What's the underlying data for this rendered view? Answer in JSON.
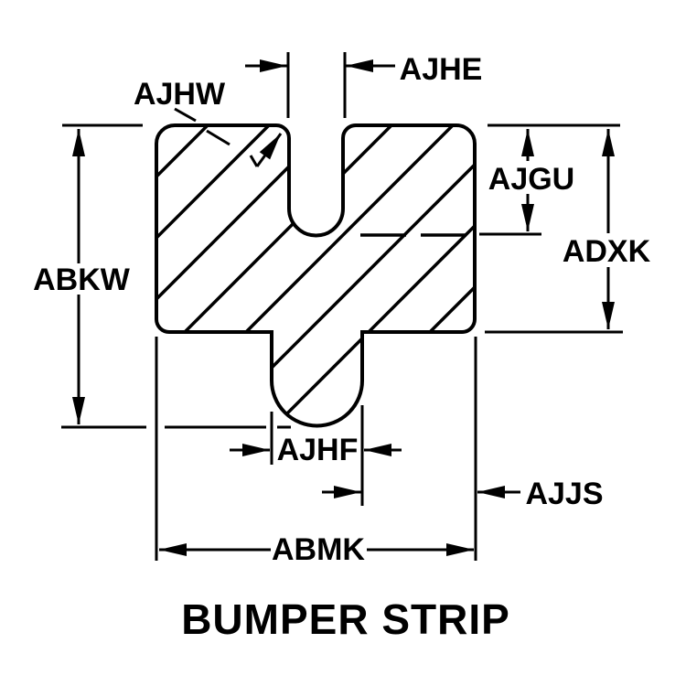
{
  "title": {
    "text": "BUMPER STRIP"
  },
  "dimensions": {
    "abkw": "ABKW",
    "ajhe": "AJHE",
    "ajhw": "AJHW",
    "ajgu": "AJGU",
    "adxk": "ADXK",
    "ajhf": "AJHF",
    "ajjs": "AJJS",
    "abmk": "ABMK"
  },
  "colors": {
    "ink": "#000000",
    "paper": "#ffffff"
  },
  "figure": {
    "kind": "cross-section engineering drawing",
    "part": "bumper strip profile with top slot and bottom rounded tab",
    "hatching": "45-degree section lines"
  }
}
